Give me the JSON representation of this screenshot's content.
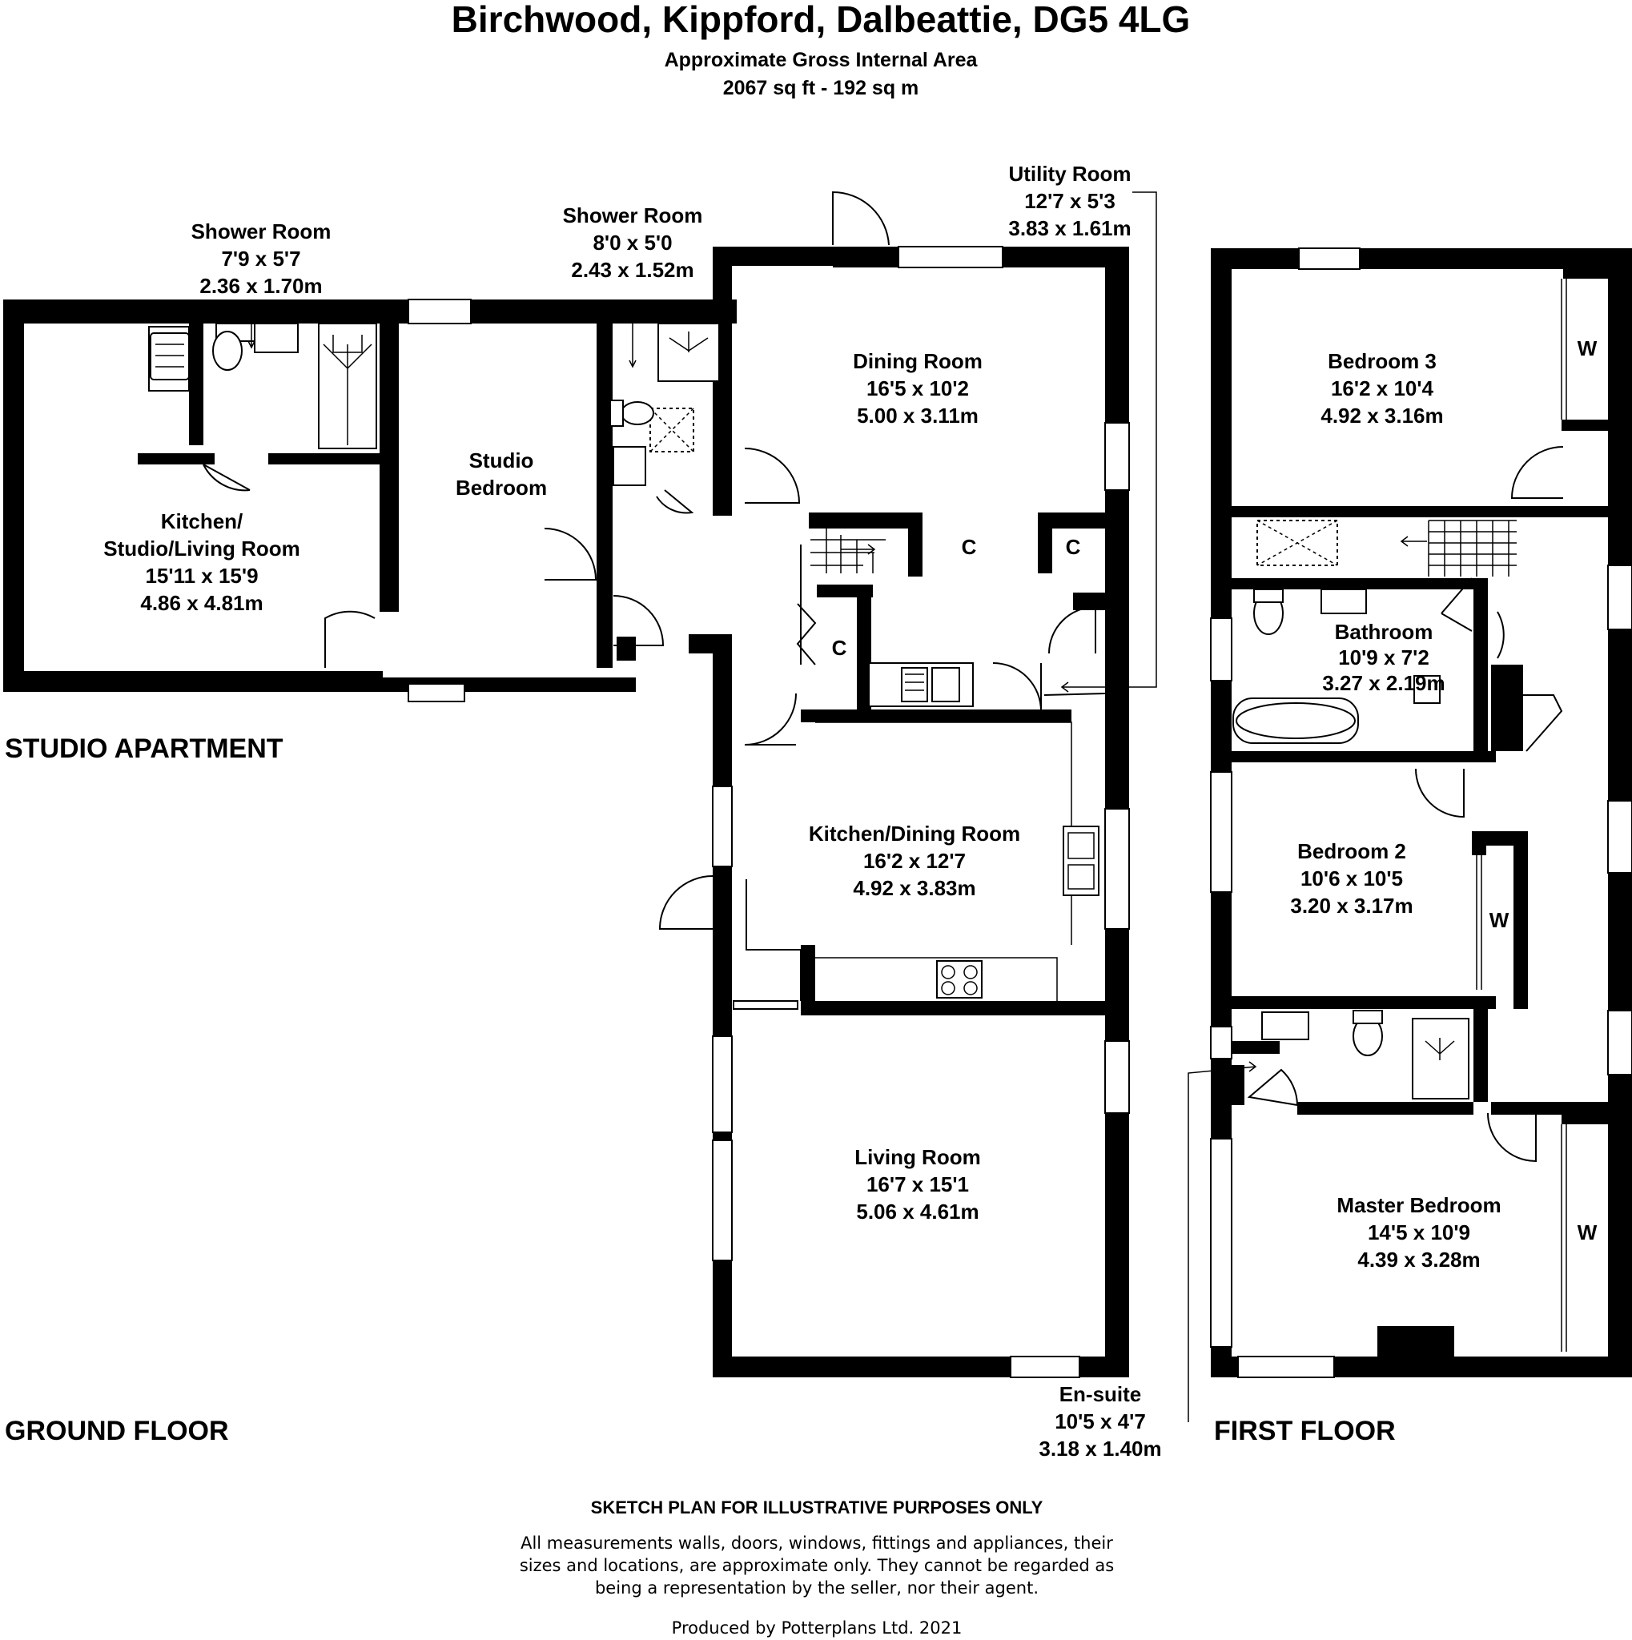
{
  "header": {
    "title": "Birchwood, Kippford, Dalbeattie, DG5 4LG",
    "subtitle": "Approximate Gross Internal Area",
    "area": "2067 sq ft - 192 sq m"
  },
  "floors": {
    "studio": "STUDIO APARTMENT",
    "ground": "GROUND FLOOR",
    "first": "FIRST FLOOR"
  },
  "rooms": {
    "shower_room_studio": {
      "name": "Shower Room",
      "imperial": "7'9 x 5'7",
      "metric": "2.36 x 1.70m"
    },
    "shower_room_ground": {
      "name": "Shower Room",
      "imperial": "8'0 x 5'0",
      "metric": "2.43 x 1.52m"
    },
    "utility_room": {
      "name": "Utility Room",
      "imperial": "12'7 x 5'3",
      "metric": "3.83 x 1.61m"
    },
    "kitchen_studio_living": {
      "name_line1": "Kitchen/",
      "name_line2": "Studio/Living Room",
      "imperial": "15'11 x 15'9",
      "metric": "4.86 x 4.81m"
    },
    "studio_bedroom": {
      "name_line1": "Studio",
      "name_line2": "Bedroom"
    },
    "dining_room": {
      "name": "Dining Room",
      "imperial": "16'5 x 10'2",
      "metric": "5.00 x 3.11m"
    },
    "kitchen_dining": {
      "name": "Kitchen/Dining Room",
      "imperial": "16'2 x 12'7",
      "metric": "4.92 x 3.83m"
    },
    "living_room": {
      "name": "Living Room",
      "imperial": "16'7 x 15'1",
      "metric": "5.06 x 4.61m"
    },
    "en_suite": {
      "name": "En-suite",
      "imperial": "10'5 x 4'7",
      "metric": "3.18 x 1.40m"
    },
    "bedroom_3": {
      "name": "Bedroom 3",
      "imperial": "16'2 x 10'4",
      "metric": "4.92 x 3.16m"
    },
    "bathroom": {
      "name": "Bathroom",
      "imperial": "10'9 x 7'2",
      "metric": "3.27 x 2.19m"
    },
    "bedroom_2": {
      "name": "Bedroom 2",
      "imperial": "10'6 x 10'5",
      "metric": "3.20 x 3.17m"
    },
    "master_bedroom": {
      "name": "Master Bedroom",
      "imperial": "14'5 x 10'9",
      "metric": "4.39 x 3.28m"
    }
  },
  "tags": {
    "cupboard": "C",
    "wardrobe": "W"
  },
  "footer": {
    "heading": "SKETCH PLAN FOR ILLUSTRATIVE PURPOSES ONLY",
    "line1": "All measurements walls, doors, windows, fittings and appliances, their",
    "line2": "sizes and locations, are approximate only. They cannot be regarded as",
    "line3": "being a representation by the seller, nor their agent.",
    "credit": "Produced by Potterplans Ltd. 2021"
  }
}
